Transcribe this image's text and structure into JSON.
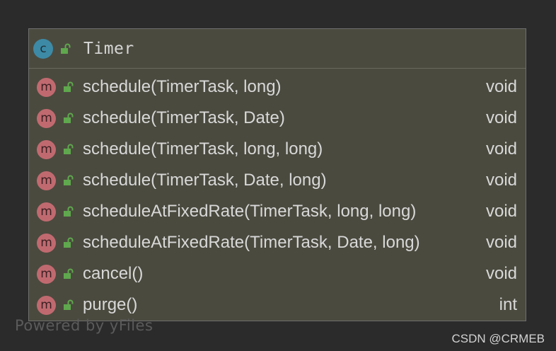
{
  "class": {
    "badge_letter": "c",
    "badge_color": "#3d8aa6",
    "visibility_icon": "lock-open-icon",
    "name": "Timer"
  },
  "methods": [
    {
      "badge_letter": "m",
      "name": "schedule(TimerTask, long)",
      "return_type": "void"
    },
    {
      "badge_letter": "m",
      "name": "schedule(TimerTask, Date)",
      "return_type": "void"
    },
    {
      "badge_letter": "m",
      "name": "schedule(TimerTask, long, long)",
      "return_type": "void"
    },
    {
      "badge_letter": "m",
      "name": "schedule(TimerTask, Date, long)",
      "return_type": "void"
    },
    {
      "badge_letter": "m",
      "name": "scheduleAtFixedRate(TimerTask, long, long)",
      "return_type": "void"
    },
    {
      "badge_letter": "m",
      "name": "scheduleAtFixedRate(TimerTask, Date, long)",
      "return_type": "void"
    },
    {
      "badge_letter": "m",
      "name": "cancel()",
      "return_type": "void"
    },
    {
      "badge_letter": "m",
      "name": "purge()",
      "return_type": "int"
    }
  ],
  "method_badge_color": "#c06a70",
  "lock_icon_color": "#5fa84d",
  "footer": {
    "powered_by": "Powered by yFiles",
    "watermark": "CSDN @CRMEB"
  }
}
